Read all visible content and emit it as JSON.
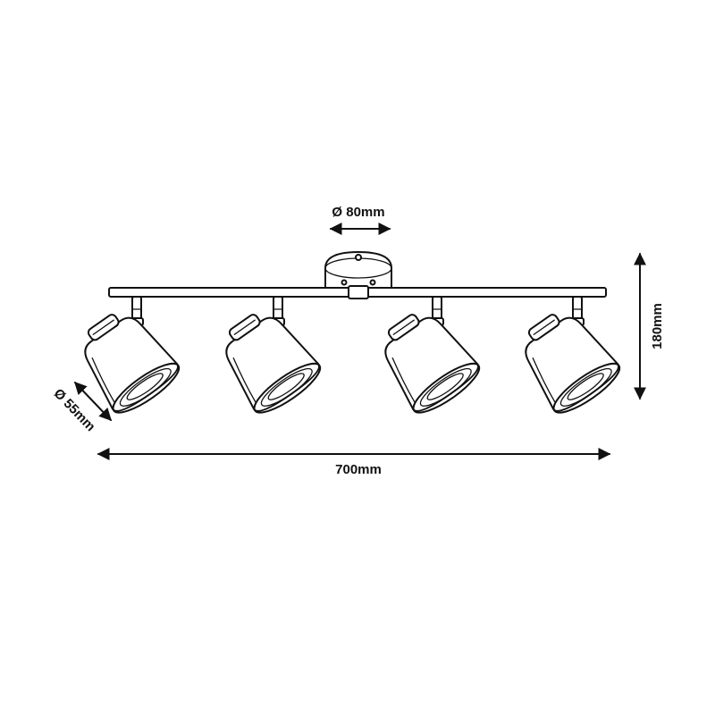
{
  "dimensions": {
    "base_diameter": "Ø 80mm",
    "height": "180mm",
    "shade_diameter": "Ø 55mm",
    "length": "700mm"
  },
  "spotlights": [
    {
      "id": 1
    },
    {
      "id": 2
    },
    {
      "id": 3
    },
    {
      "id": 4
    }
  ],
  "colors": {
    "line": "#111111",
    "background": "#ffffff"
  }
}
